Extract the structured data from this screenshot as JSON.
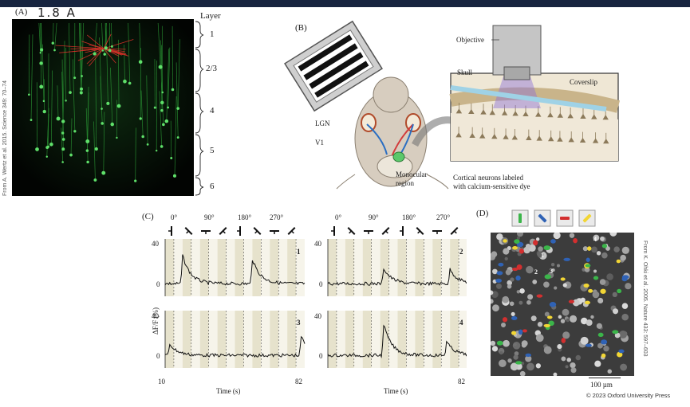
{
  "header": {
    "handwritten_note": "1.8 A"
  },
  "panel_a": {
    "label": "(A)",
    "layer_title": "Layer",
    "layers": [
      "1",
      "2/3",
      "4",
      "5",
      "6"
    ],
    "credit": "From A. Wertz et al. 2015. Science 349: 70–74"
  },
  "panel_b": {
    "label": "(B)",
    "labels": {
      "objective": "Objective",
      "skull": "Skull",
      "coverslip": "Coverslip",
      "lgn": "LGN",
      "v1": "V1",
      "monocular_line1": "Monocular",
      "monocular_line2": "region",
      "cortical_line1": "Cortical neurons labeled",
      "cortical_line2": "with calcium-sensitive dye"
    }
  },
  "panel_c": {
    "label": "(C)",
    "orientation_labels": [
      "0°",
      "90°",
      "180°",
      "270°"
    ],
    "ylabel": "ΔF/F (%)",
    "xlabel": "Time (s)",
    "x_ticks": [
      "10",
      "82"
    ],
    "y_ticks": [
      "40",
      "0"
    ],
    "cells": [
      "1",
      "2",
      "3",
      "4"
    ]
  },
  "panel_d": {
    "label": "(D)",
    "scalebar": "100 µm",
    "cell_labels": [
      "1",
      "2",
      "3",
      "4"
    ],
    "legend_colors": [
      "#3bb54a",
      "#2f62b5",
      "#d32f2f",
      "#f2d635"
    ],
    "credit": "From K. Ohki et al. 2005. Nature 433: 597–603"
  },
  "footer": {
    "copyright": "© 2023 Oxford University Press"
  }
}
